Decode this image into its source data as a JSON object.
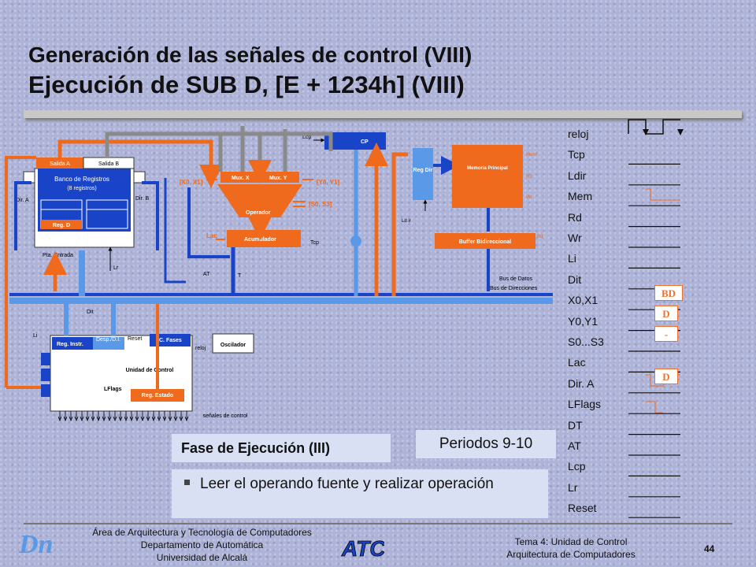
{
  "title_line1": "Generación de las señales de control (VIII)",
  "title_line2": "Ejecución de SUB D, [E + 1234h] (VIII)",
  "diagram": {
    "salida_a": "Salida A",
    "salida_b": "Salida B",
    "banco": "Banco de Registros",
    "banco_sub": "(8 registros)",
    "reg_d": "Reg. D",
    "dir_a": "Dir. A",
    "dir_b": "Dir. B",
    "pta_entrada": "Pta. Entrada",
    "lr": "Lr",
    "lcp": "Lcp",
    "cp": "CP",
    "mux_x": "Mux. X",
    "mux_y": "Mux. Y",
    "x0x1": "[X0, X1]",
    "y0y1": "[Y0, Y1]",
    "s0s3": "[S0, S3]",
    "operador": "Operador",
    "lac": "Lac",
    "acumulador": "Acumulador",
    "tcp": "Tcp",
    "at": "AT",
    "t": "T",
    "reg_dir": "Reg Dir",
    "ldir": "Ld ir",
    "memoria": "Memoria Principal",
    "mem": "Mem",
    "rd": "Rd",
    "wr": "Wr",
    "buffer": "Buffer Bidireccional",
    "bd": "Bd",
    "bus_datos": "Bus de Datos",
    "bus_dir": "Bus de Direcciones",
    "dit": "Dit",
    "li": "Li",
    "reset": "Reset",
    "reg_instr": "Reg. Instr.",
    "desp": "Desp./D.I.",
    "c_fases": "C. Fases",
    "reloj": "reloj",
    "oscilador": "Oscilador",
    "unidad": "Unidad de Control",
    "lflags": "LFlags",
    "reg_estado": "Reg. Estado",
    "senales": "señales de control"
  },
  "signals": [
    "reloj",
    "Tcp",
    "Ldir",
    "Mem",
    "Rd",
    "Wr",
    "Li",
    "Dit",
    "X0,X1",
    "Y0,Y1",
    "S0...S3",
    "Lac",
    "Dir. A",
    "LFlags",
    "DT",
    "AT",
    "Lcp",
    "Lr",
    "Reset"
  ],
  "signal_values": {
    "x0x1": "BD",
    "y0y1": "D",
    "s0s3": "-",
    "dir_a": "D"
  },
  "fase": "Fase de Ejecución (III)",
  "periodos": "Periodos  9-10",
  "note": "Leer el operando fuente y realizar operación",
  "footer": {
    "line1": "Área de Arquitectura y Tecnología de Computadores",
    "line2": "Departamento de Automática",
    "line3": "Universidad de Alcalá",
    "tema": "Tema 4: Unidad de Control",
    "asignatura": "Arquitectura de Computadores",
    "page": "44",
    "logo_left": "Dn",
    "logo_center": "ATC"
  },
  "colors": {
    "orange": "#f06a1e",
    "blue": "#1a44c8",
    "lightblue": "#5a98e8",
    "grey": "#8a8a8a"
  }
}
